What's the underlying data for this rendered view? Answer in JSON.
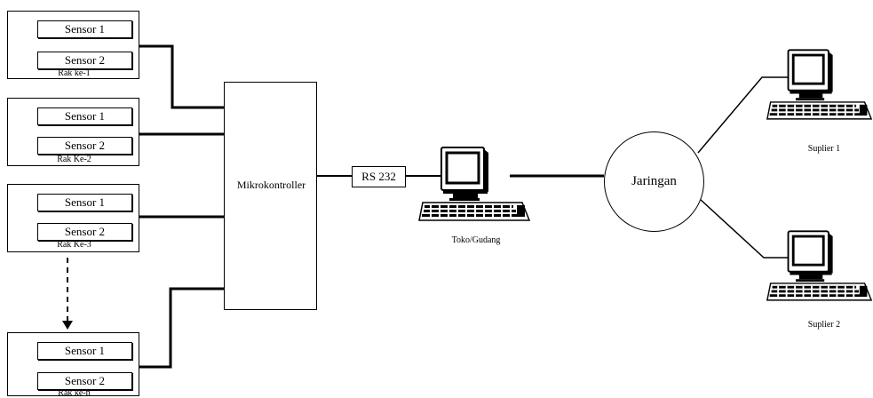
{
  "racks": [
    {
      "sensor1": "Sensor 1",
      "sensor2": "Sensor 2",
      "label": "Rak ke-1"
    },
    {
      "sensor1": "Sensor 1",
      "sensor2": "Sensor 2",
      "label": "Rak Ke-2"
    },
    {
      "sensor1": "Sensor 1",
      "sensor2": "Sensor 2",
      "label": "Rak Ke-3"
    },
    {
      "sensor1": "Sensor 1",
      "sensor2": "Sensor 2",
      "label": "Rak ke-n"
    }
  ],
  "microcontroller": "Mikrokontroller",
  "rs232": "RS 232",
  "network": "Jaringan",
  "store": {
    "label": "Toko/Gudang",
    "icon": "computer-icon"
  },
  "suppliers": [
    {
      "label": "Suplier 1",
      "icon": "computer-icon"
    },
    {
      "label": "Suplier 2",
      "icon": "computer-icon"
    }
  ]
}
